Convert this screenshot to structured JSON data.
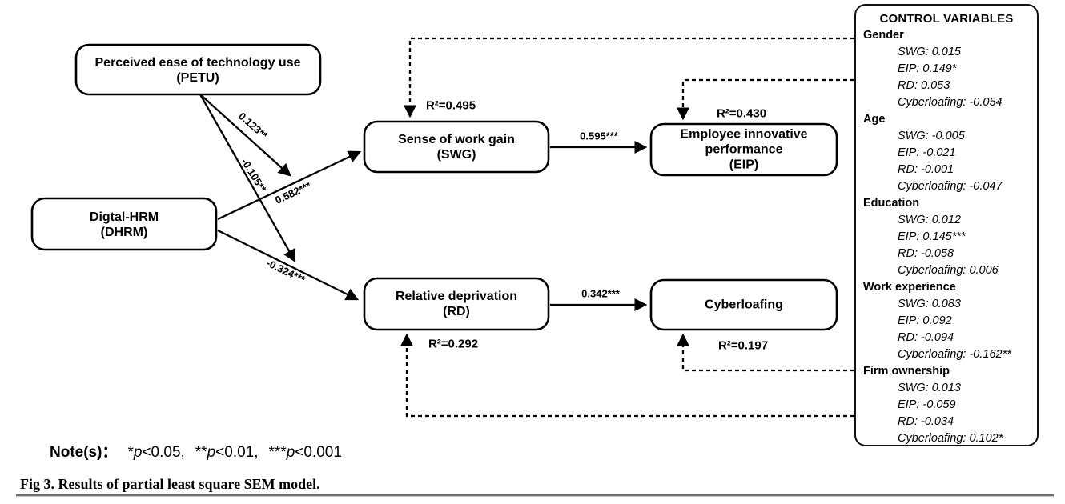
{
  "nodes": {
    "petu": [
      "Perceived ease of technology use",
      "(PETU)"
    ],
    "dhrm": [
      "Digtal-HRM",
      "(DHRM)"
    ],
    "swg": [
      "Sense of work gain",
      "(SWG)"
    ],
    "eip": [
      "Employee innovative",
      "performance",
      "(EIP)"
    ],
    "rd": [
      "Relative deprivation",
      "(RD)"
    ],
    "cyberloafing": [
      "Cyberloafing"
    ]
  },
  "paths": {
    "petu_swg": "0.123**",
    "petu_rd": "-0.105**",
    "dhrm_swg": "0.582***",
    "dhrm_rd": "-0.324***",
    "swg_eip": "0.595***",
    "rd_cyberloafing": "0.342***"
  },
  "r2": {
    "swg": "R²=0.495",
    "eip": "R²=0.430",
    "rd": "R²=0.292",
    "cyberloafing": "R²=0.197"
  },
  "panel": {
    "title": "CONTROL VARIABLES",
    "groups": [
      {
        "name": "Gender",
        "entries": [
          "SWG: 0.015",
          "EIP: 0.149*",
          "RD: 0.053",
          "Cyberloafing: -0.054"
        ]
      },
      {
        "name": "Age",
        "entries": [
          "SWG: -0.005",
          "EIP: -0.021",
          "RD: -0.001",
          "Cyberloafing: -0.047"
        ]
      },
      {
        "name": "Education",
        "entries": [
          "SWG: 0.012",
          "EIP: 0.145***",
          "RD: -0.058",
          "Cyberloafing: 0.006"
        ]
      },
      {
        "name": "Work experience",
        "entries": [
          "SWG: 0.083",
          "EIP: 0.092",
          "RD: -0.094",
          "Cyberloafing: -0.162**"
        ]
      },
      {
        "name": "Firm ownership",
        "entries": [
          "SWG: 0.013",
          "EIP: -0.059",
          "RD: -0.034",
          "Cyberloafing: 0.102*"
        ]
      }
    ]
  },
  "note": {
    "label": "Note(s)：",
    "parts": [
      [
        "*",
        "p",
        "<0.05,"
      ],
      [
        "**",
        "p",
        "<0.01,"
      ],
      [
        "***",
        "p",
        "<0.001"
      ]
    ]
  },
  "caption": "Fig 3. Results of partial least square SEM model."
}
